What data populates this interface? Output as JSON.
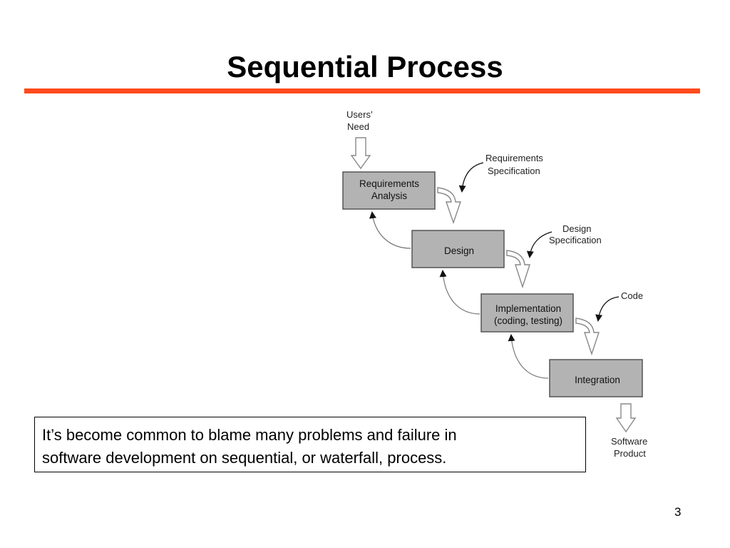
{
  "slide": {
    "title": "Sequential Process",
    "accent_color": "#ff4a1c",
    "page_number": "3"
  },
  "diagram": {
    "box_fill": "#b3b3b3",
    "input": {
      "line1": "Users’",
      "line2": "Need"
    },
    "stages": [
      {
        "line1": "Requirements",
        "line2": "Analysis"
      },
      {
        "line1": "Design",
        "line2": ""
      },
      {
        "line1": "Implementation",
        "line2": "(coding, testing)"
      },
      {
        "line1": "Integration",
        "line2": ""
      }
    ],
    "artifacts": [
      {
        "line1": "Requirements",
        "line2": "Specification"
      },
      {
        "line1": "Design",
        "line2": "Specification"
      },
      {
        "line1": "Code",
        "line2": ""
      }
    ],
    "output": {
      "line1": "Software",
      "line2": "Product"
    }
  },
  "note": {
    "line1": "It’s become common to blame many problems and failure in",
    "line2": "software development on sequential, or waterfall, process."
  }
}
